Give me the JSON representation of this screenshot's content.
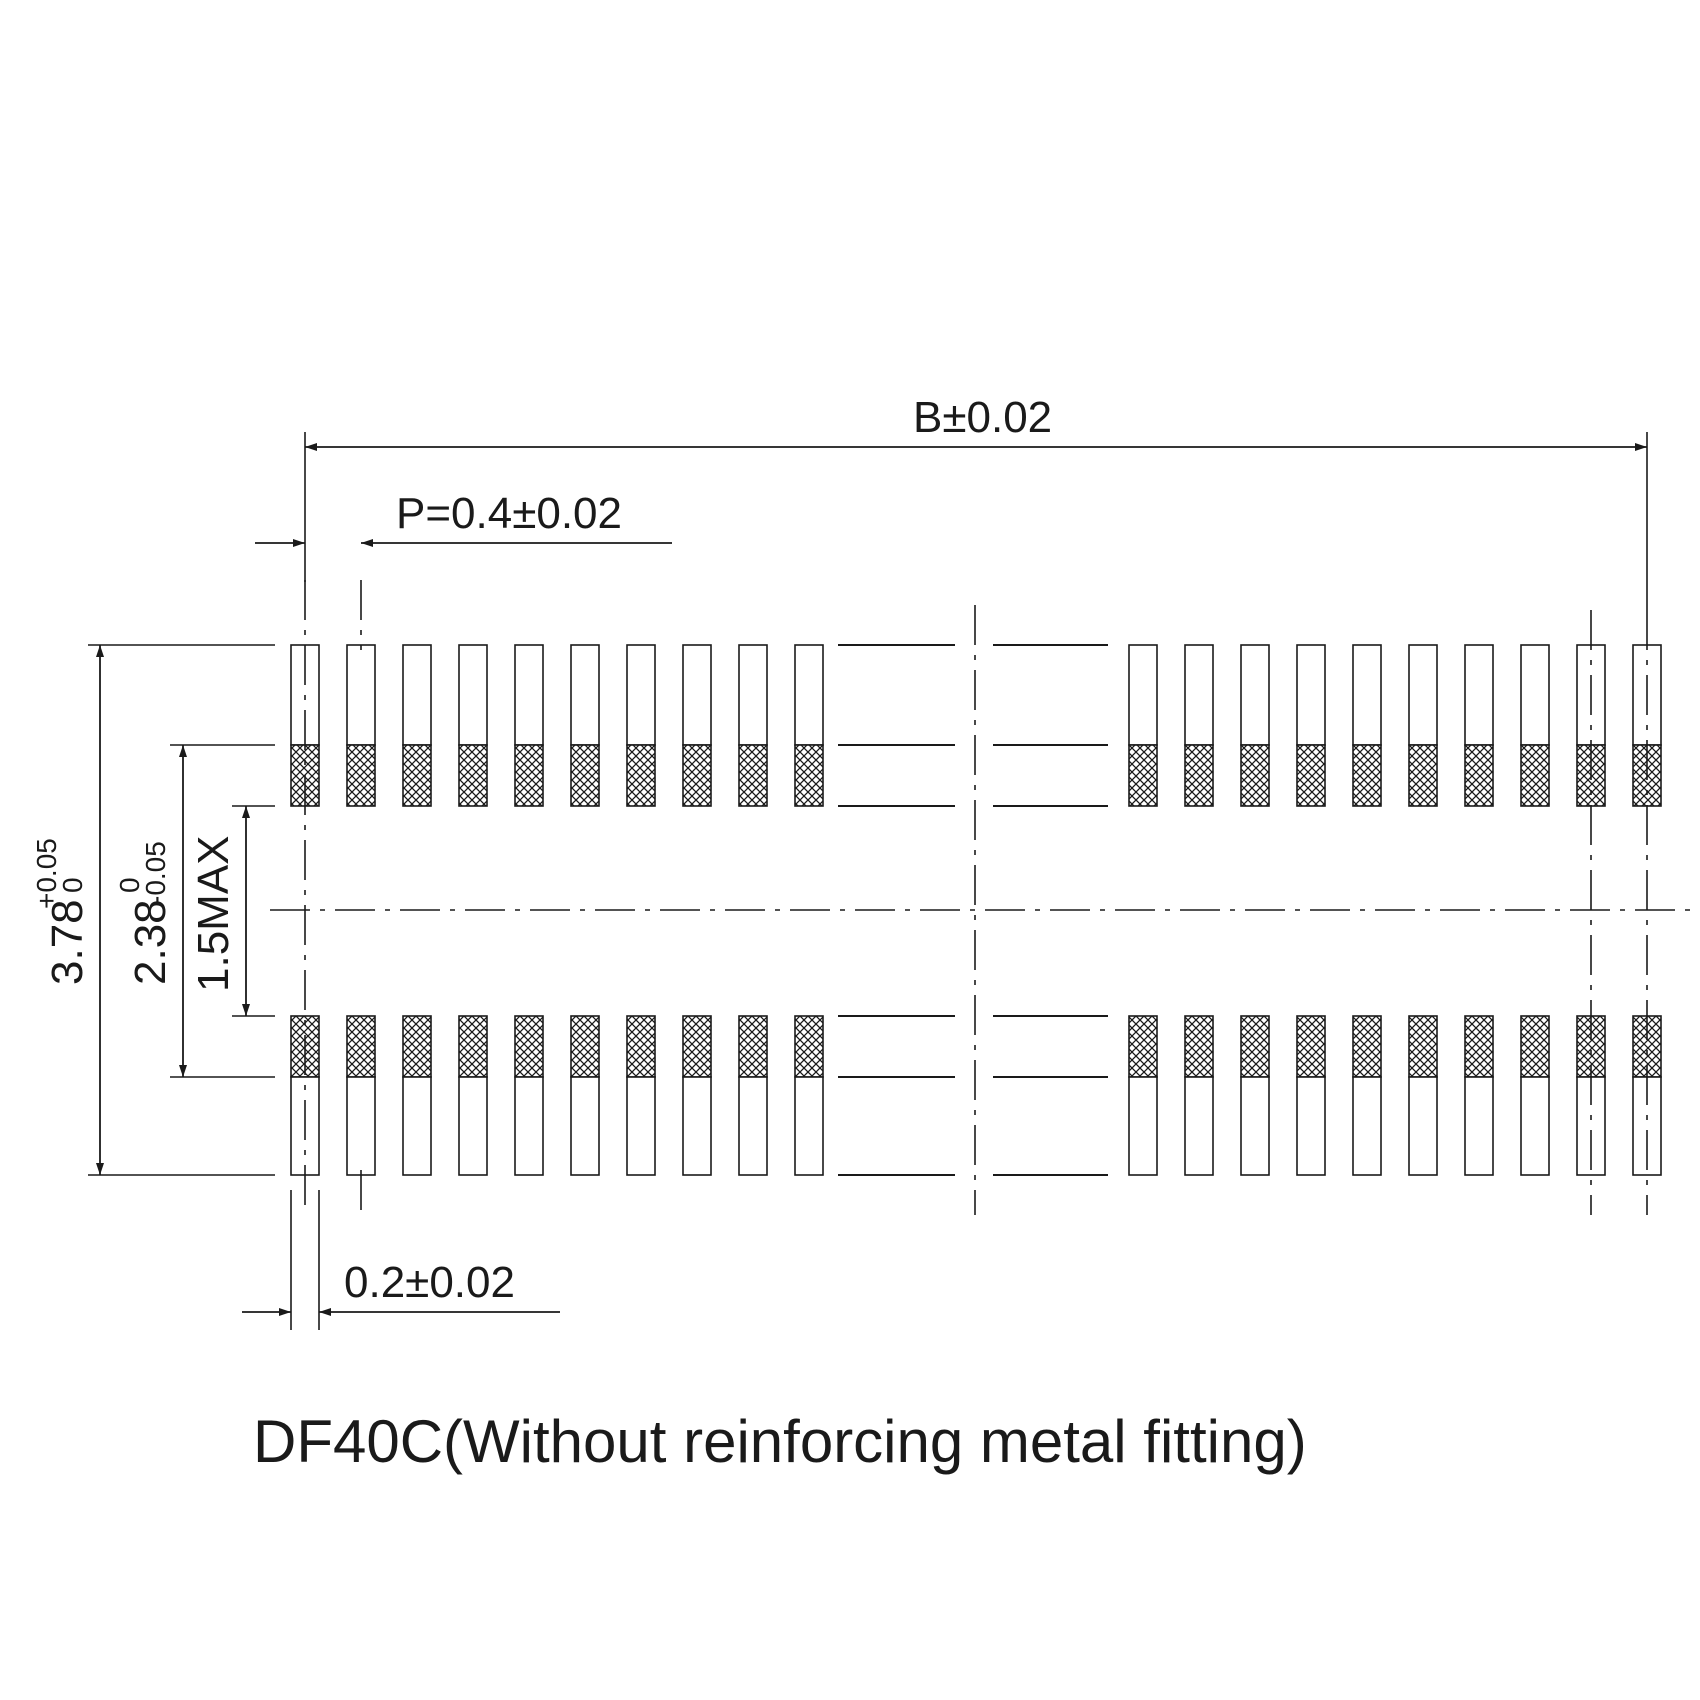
{
  "drawing": {
    "caption": "DF40C(Without reinforcing metal fitting)",
    "dimensions": {
      "overall_width": "B±0.02",
      "pitch": "P=0.4±0.02",
      "pad_width": "0.2±0.02",
      "overall_height_base": "3.78",
      "overall_height_tol_upper": "+0.05",
      "overall_height_tol_lower": "0",
      "inner_span_base": "2.38",
      "inner_span_tol_upper": "0",
      "inner_span_tol_lower": "-0.05",
      "gap": "1.5MAX"
    },
    "pads": {
      "visible_per_group_per_row": 10,
      "groups_per_row": 2,
      "rows": 2
    },
    "colors": {
      "line": "#1a1a1a",
      "background": "#ffffff"
    }
  }
}
